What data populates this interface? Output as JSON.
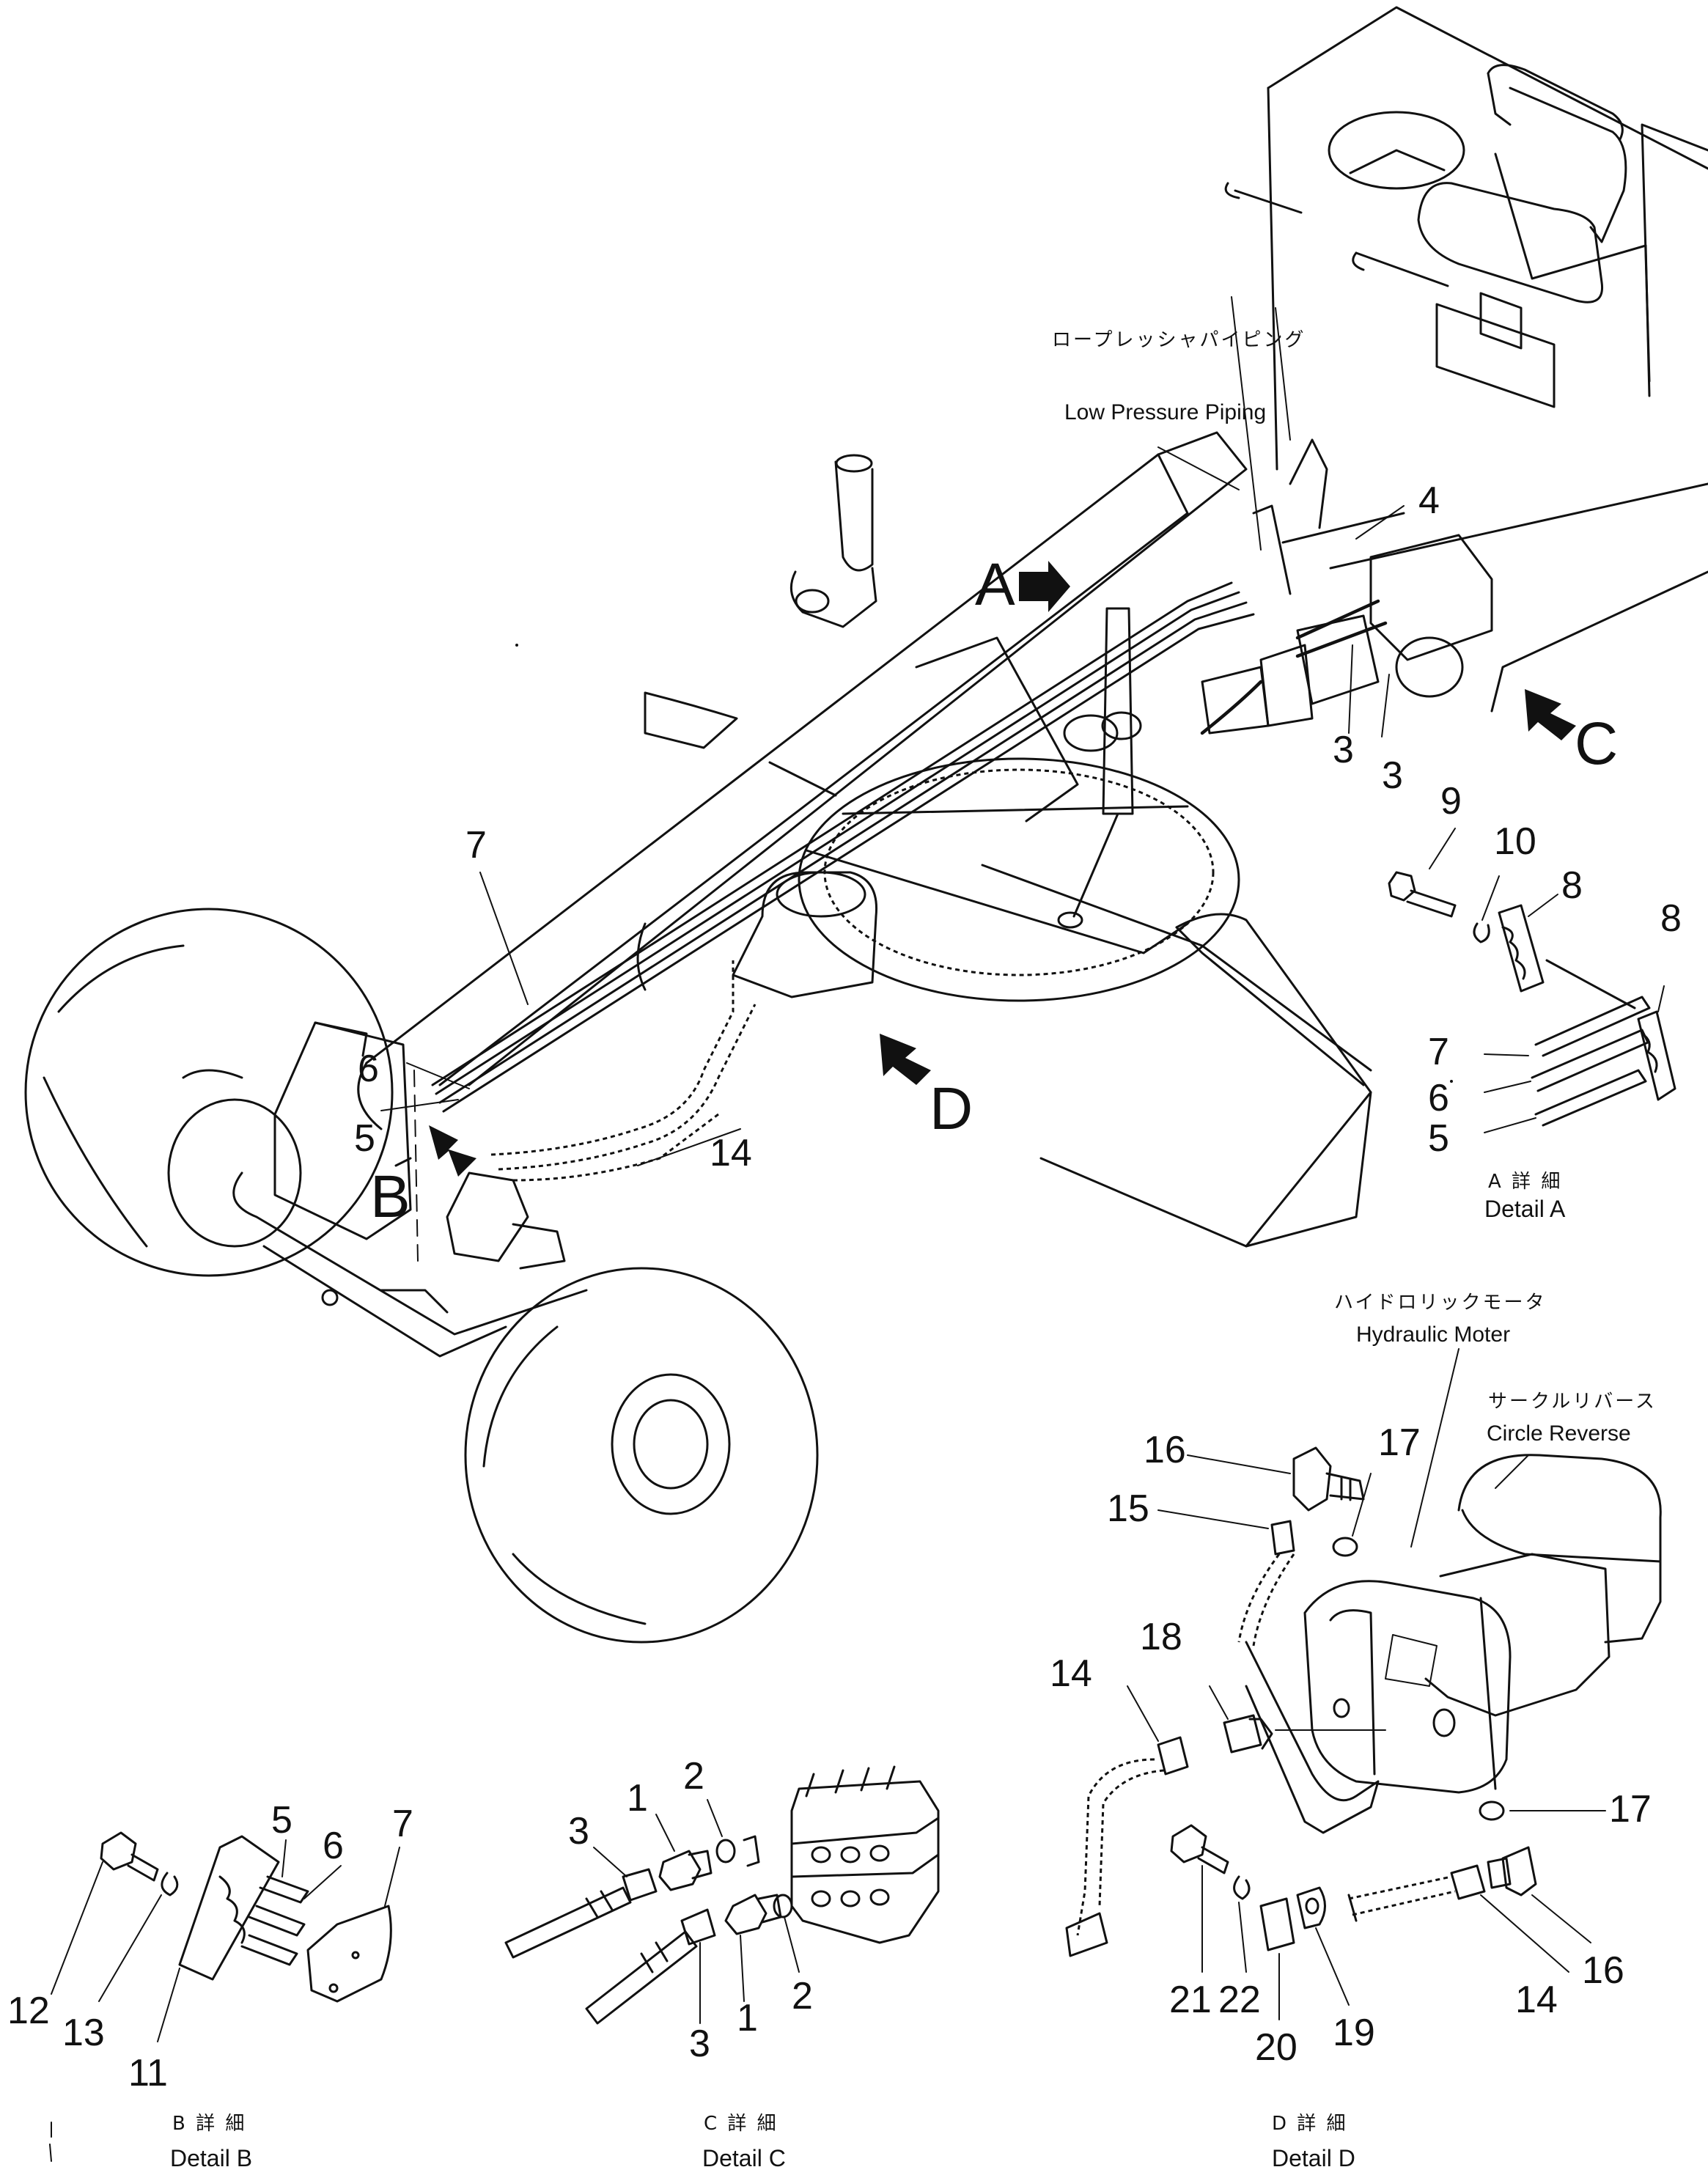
{
  "annotations": {
    "low_pressure_jp": "ロープレッシャパイピング",
    "low_pressure_en": "Low Pressure Piping",
    "hyd_motor_jp": "ハイドロリックモータ",
    "hyd_motor_en": "Hydraulic Moter",
    "circle_rev_jp": "サークルリバース",
    "circle_rev_en": "Circle Reverse"
  },
  "views": {
    "a": "A",
    "b": "B",
    "c": "C",
    "d": "D"
  },
  "details": {
    "a_jp": "A 詳 細",
    "a_en": "Detail A",
    "b_jp": "B 詳 細",
    "b_en": "Detail B",
    "c_jp": "C 詳 細",
    "c_en": "Detail C",
    "d_jp": "D 詳 細",
    "d_en": "Detail D"
  },
  "callouts": {
    "main": [
      "7",
      "6",
      "5",
      "14",
      "4",
      "3",
      "3"
    ],
    "detail_a": [
      "9",
      "10",
      "8",
      "8",
      "7",
      "6",
      "5"
    ],
    "detail_b": [
      "5",
      "6",
      "7",
      "12",
      "13",
      "11"
    ],
    "detail_c": [
      "2",
      "1",
      "3",
      "2",
      "1",
      "3"
    ],
    "detail_d": [
      "16",
      "17",
      "15",
      "18",
      "14",
      "17",
      "21",
      "22",
      "14",
      "16",
      "20",
      "19"
    ]
  }
}
